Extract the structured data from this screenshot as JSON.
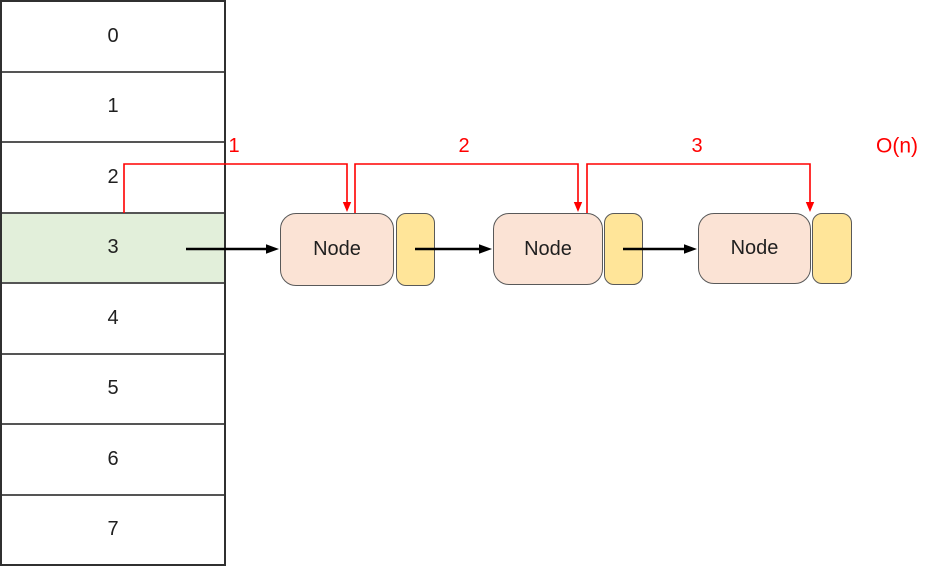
{
  "array": {
    "cells": [
      {
        "label": "0"
      },
      {
        "label": "1"
      },
      {
        "label": "2"
      },
      {
        "label": "3"
      },
      {
        "label": "4"
      },
      {
        "label": "5"
      },
      {
        "label": "6"
      },
      {
        "label": "7"
      }
    ],
    "highlighted_index": 3,
    "highlight_color": "#e2efda"
  },
  "list": {
    "nodes": [
      {
        "label": "Node"
      },
      {
        "label": "Node"
      },
      {
        "label": "Node"
      }
    ]
  },
  "traversal": {
    "steps": [
      {
        "label": "1"
      },
      {
        "label": "2"
      },
      {
        "label": "3"
      }
    ],
    "complexity": "O(n)",
    "color": "#ff0000"
  },
  "colors": {
    "node_fill": "#fbe3d5",
    "pointer_fill": "#ffe599",
    "box_border": "#595959",
    "array_border": "#303030",
    "link_arrow": "#000000"
  }
}
